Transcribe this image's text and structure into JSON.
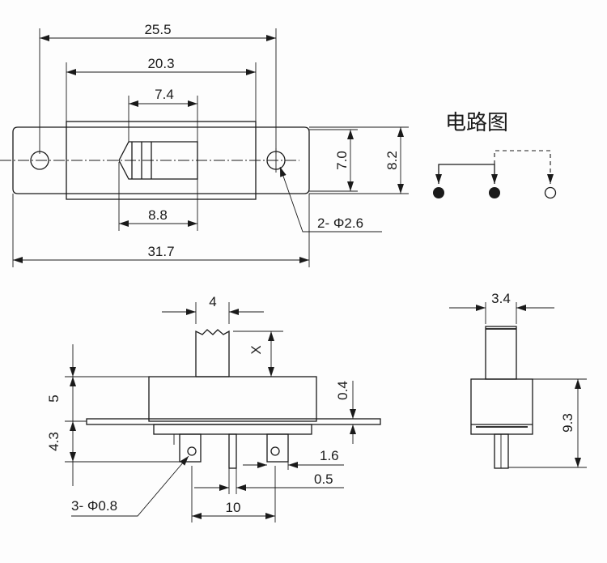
{
  "schematic": {
    "title": "电路图"
  },
  "top_view": {
    "dims": {
      "overall_mount": "25.5",
      "body_length": "20.3",
      "actuator_travel": "7.4",
      "actuator_length": "8.8",
      "overall_length": "31.7",
      "inner_height": "7.0",
      "outer_height": "8.2",
      "mount_holes": "2- Φ2.6"
    }
  },
  "front_view": {
    "dims": {
      "actuator_width": "4",
      "actuator_height": "X",
      "body_height": "5",
      "terminal_height": "4.3",
      "flange_thickness": "0.4",
      "terminal_width": "1.6",
      "terminal_thickness": "0.5",
      "terminal_pitch": "10",
      "terminal_holes": "3- Φ0.8"
    }
  },
  "side_view": {
    "dims": {
      "actuator_width": "3.4",
      "total_height": "9.3"
    }
  }
}
